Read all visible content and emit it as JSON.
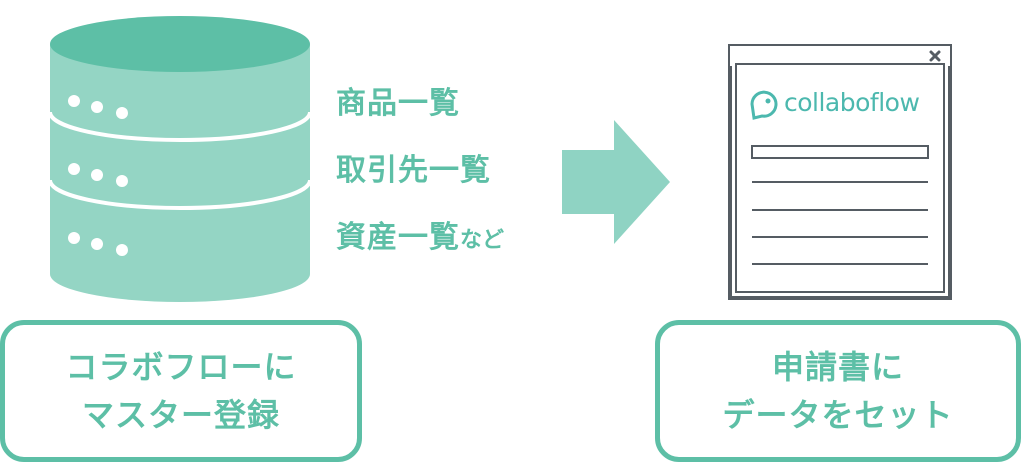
{
  "data_list": [
    {
      "text": "商品一覧",
      "suffix": ""
    },
    {
      "text": "取引先一覧",
      "suffix": ""
    },
    {
      "text": "資産一覧",
      "suffix": "など"
    }
  ],
  "form": {
    "logo_text": "collaboflow"
  },
  "left_label": {
    "line1": "コラボフローに",
    "line2": "マスター登録"
  },
  "right_label": {
    "line1": "申請書に",
    "line2": "データをセット"
  },
  "colors": {
    "accent": "#5dbfa6",
    "database_body": "#94d5c4",
    "database_top": "#5dbfa6",
    "arrow": "#8fd3c3",
    "form_border": "#555c63"
  }
}
